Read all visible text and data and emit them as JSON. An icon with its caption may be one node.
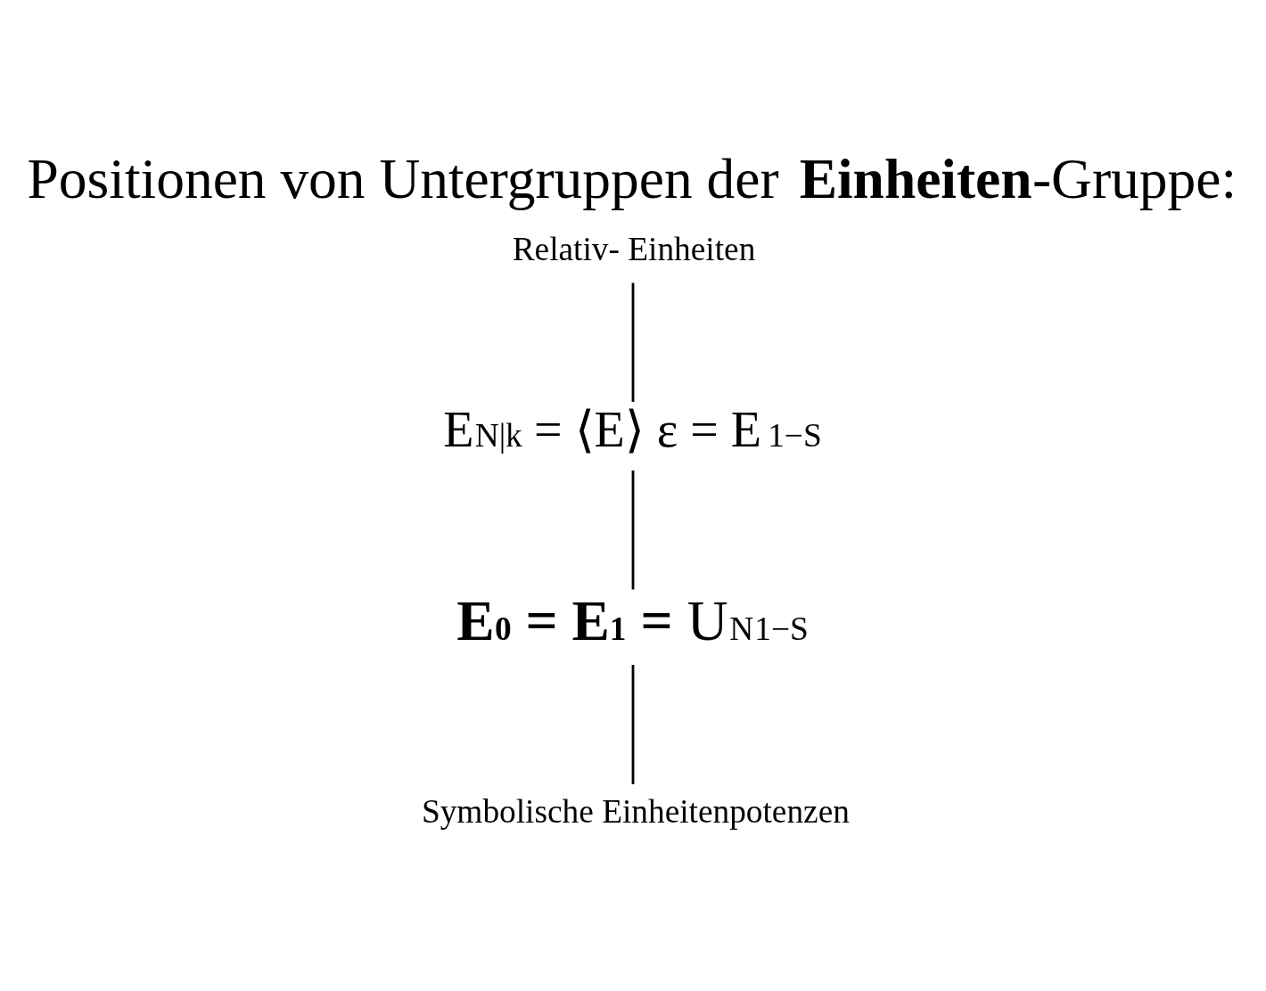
{
  "diagram": {
    "title": "Positionen von Untergruppen der **Einheiten**-Gruppe:",
    "nodes": [
      {
        "text": [
          "Relativ- Einheiten"
        ]
      },
      {
        "text": [
          "E$_{N|k}$ = ⟨E⟩ ε = E$^{1−S}$"
        ]
      },
      {
        "text": [
          "**E$_{0}$ = E$_{1}$ =** U$_{N}$$^{1−S}$"
        ]
      },
      {
        "text": [
          "Symbolische Einheitenpotenzen"
        ]
      }
    ],
    "edges": [
      {
        "from": 0,
        "to": 1,
        "arrow": "none"
      },
      {
        "from": 1,
        "to": 2,
        "arrow": "none"
      },
      {
        "from": 2,
        "to": 3,
        "arrow": "none"
      }
    ]
  }
}
